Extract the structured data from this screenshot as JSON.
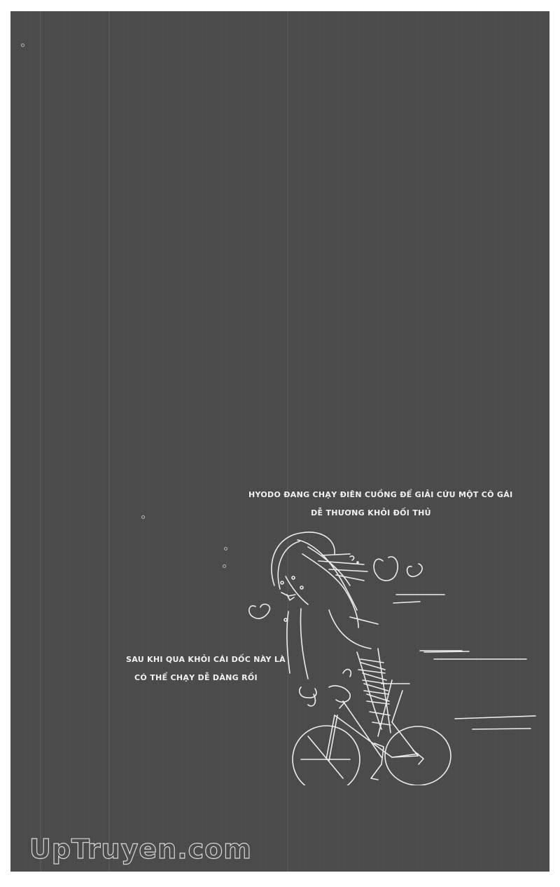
{
  "page": {
    "background_color": "#ffffff",
    "panel_color": "#4b4b4b",
    "text_color": "#f2f2f2"
  },
  "captions": {
    "top": {
      "lines": [
        "HYODO ĐANG CHẠY ĐIÊN CUỒNG ĐỂ GIẢI CỨU MỘT CÔ GÁI",
        "DỄ THƯƠNG KHỎI ĐỐI THỦ"
      ]
    },
    "left": {
      "lines": [
        "SAU KHI QUA KHỎI CÁI DỐC NÀY LÀ",
        "CÓ THỂ CHẠY DỄ DÀNG RỒI"
      ]
    }
  },
  "illustration": {
    "subject": "girl-riding-bicycle-sketch"
  },
  "watermark": {
    "text": "UpTruyen.com"
  }
}
